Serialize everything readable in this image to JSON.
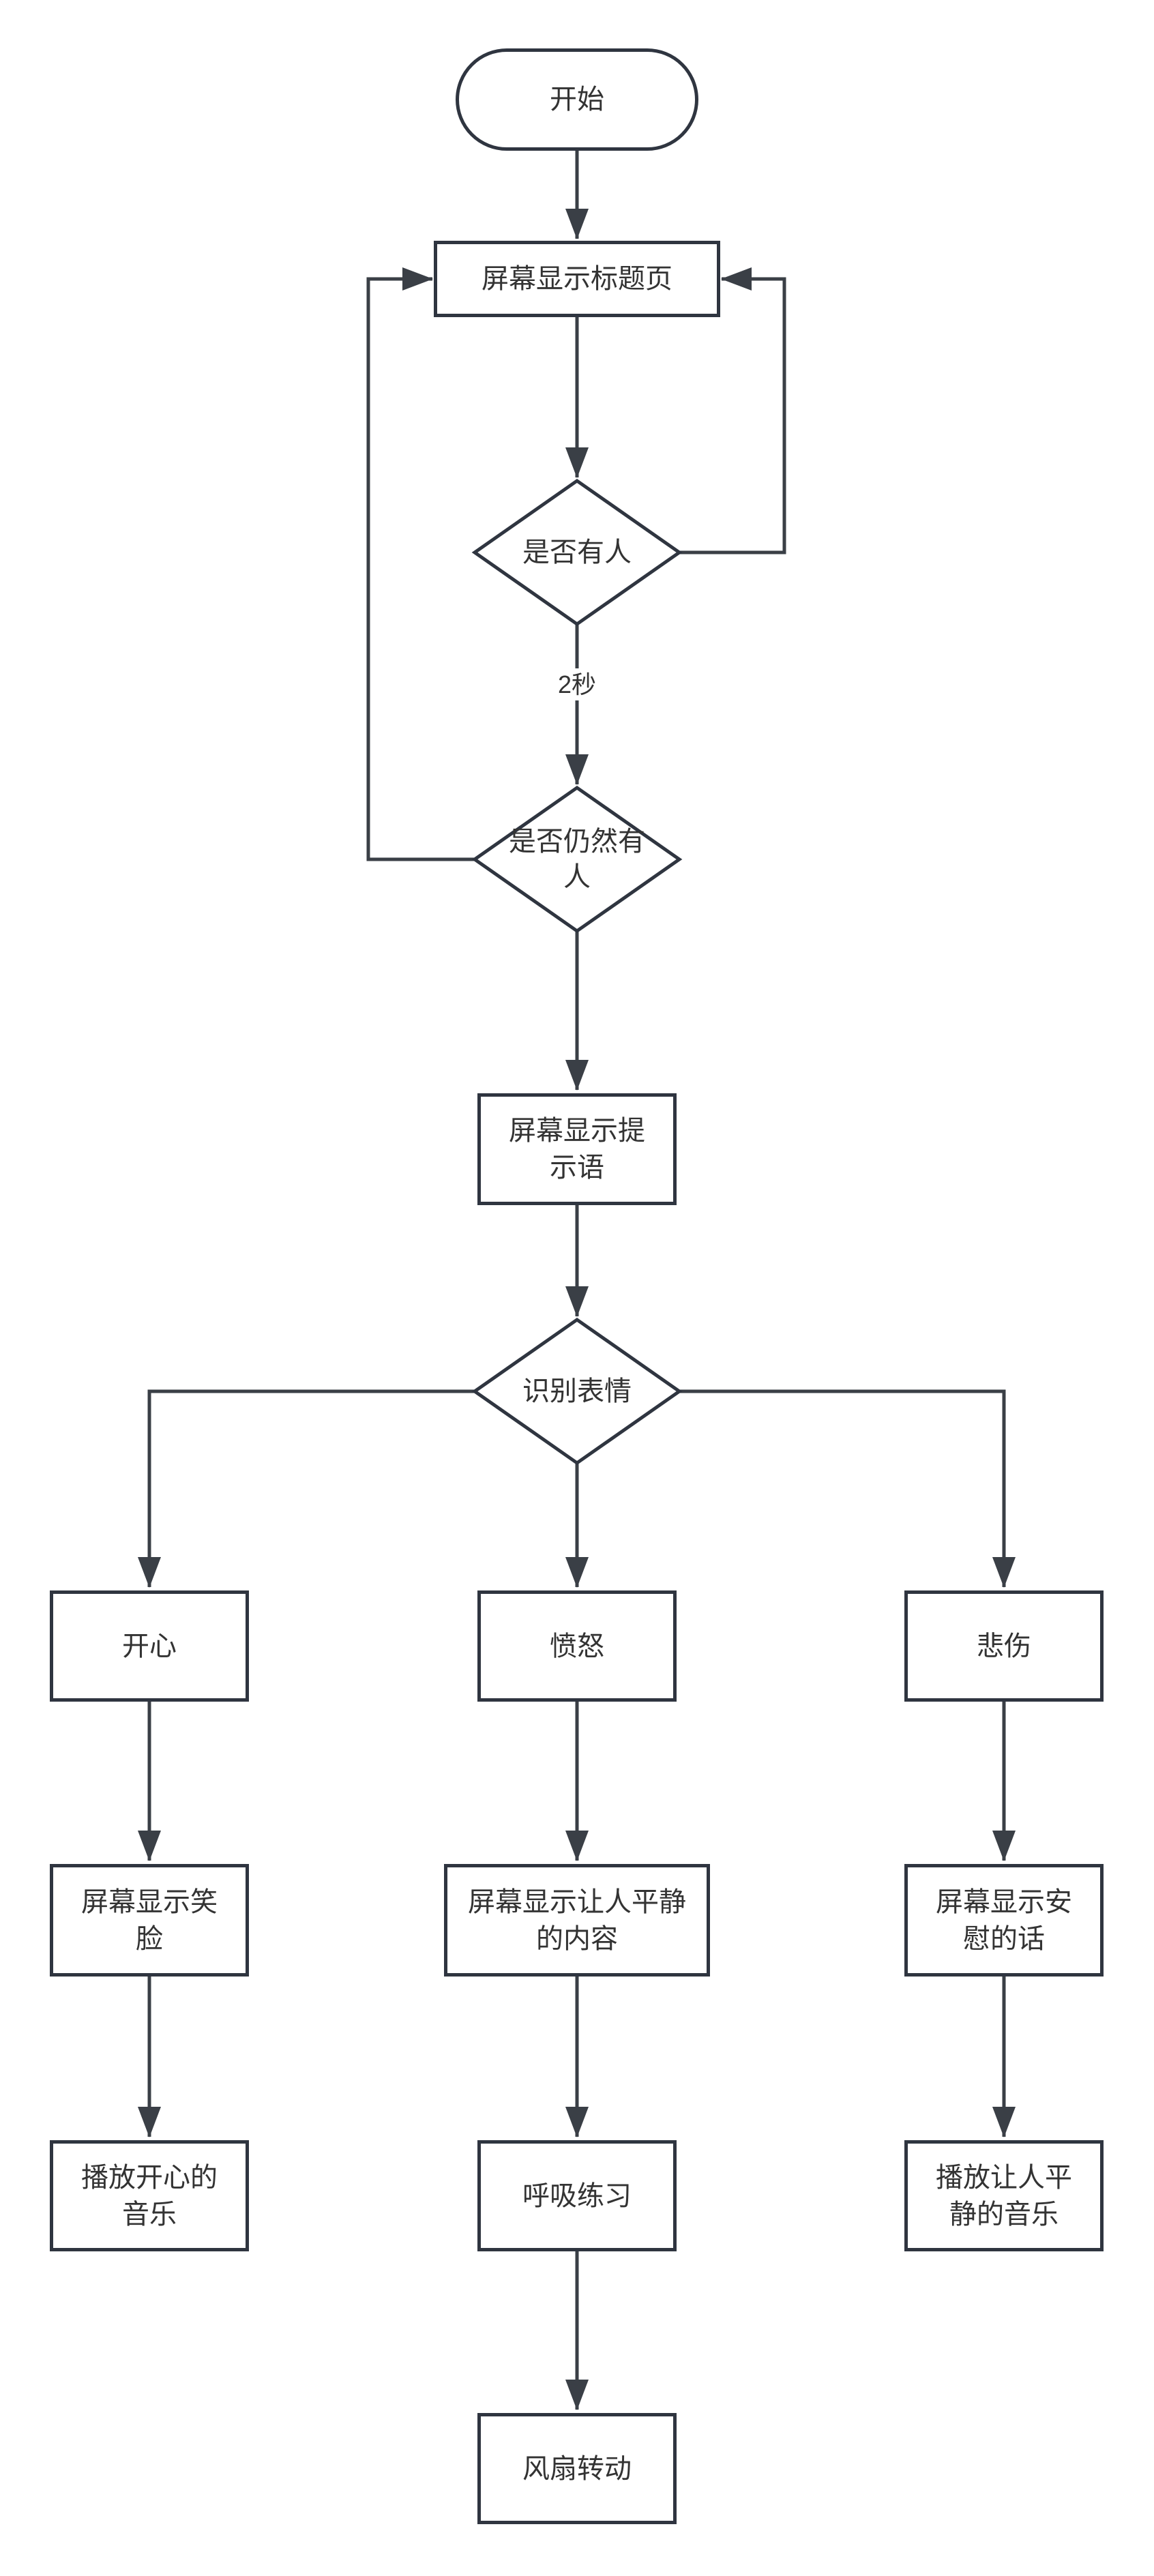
{
  "diagram": {
    "colors": {
      "stroke": "#2f3540",
      "line": "#3a3f46",
      "text": "#333333",
      "background": "#ffffff"
    },
    "nodes": {
      "start": "开始",
      "show_title_page": "屏幕显示标题页",
      "anyone_present": "是否有人",
      "wait_label": "2秒",
      "still_anyone_present": "是否仍然有人",
      "show_prompt": "屏幕显示提示语",
      "recognize_expression": "识别表情",
      "happy": "开心",
      "angry": "愤怒",
      "sad": "悲伤",
      "show_smiley": "屏幕显示笑脸",
      "show_calming_content": "屏幕显示让人平静的内容",
      "show_comforting_words": "屏幕显示安慰的话",
      "play_happy_music": "播放开心的音乐",
      "breathing_exercise": "呼吸练习",
      "play_calming_music": "播放让人平静的音乐",
      "fan_rotate": "风扇转动"
    },
    "edges": [
      {
        "from": "start",
        "to": "show_title_page"
      },
      {
        "from": "show_title_page",
        "to": "anyone_present"
      },
      {
        "from": "anyone_present",
        "to": "show_title_page"
      },
      {
        "from": "anyone_present",
        "to": "still_anyone_present",
        "label": "2秒"
      },
      {
        "from": "still_anyone_present",
        "to": "show_title_page"
      },
      {
        "from": "still_anyone_present",
        "to": "show_prompt"
      },
      {
        "from": "show_prompt",
        "to": "recognize_expression"
      },
      {
        "from": "recognize_expression",
        "to": "happy"
      },
      {
        "from": "recognize_expression",
        "to": "angry"
      },
      {
        "from": "recognize_expression",
        "to": "sad"
      },
      {
        "from": "happy",
        "to": "show_smiley"
      },
      {
        "from": "show_smiley",
        "to": "play_happy_music"
      },
      {
        "from": "angry",
        "to": "show_calming_content"
      },
      {
        "from": "show_calming_content",
        "to": "breathing_exercise"
      },
      {
        "from": "breathing_exercise",
        "to": "fan_rotate"
      },
      {
        "from": "sad",
        "to": "show_comforting_words"
      },
      {
        "from": "show_comforting_words",
        "to": "play_calming_music"
      }
    ]
  }
}
